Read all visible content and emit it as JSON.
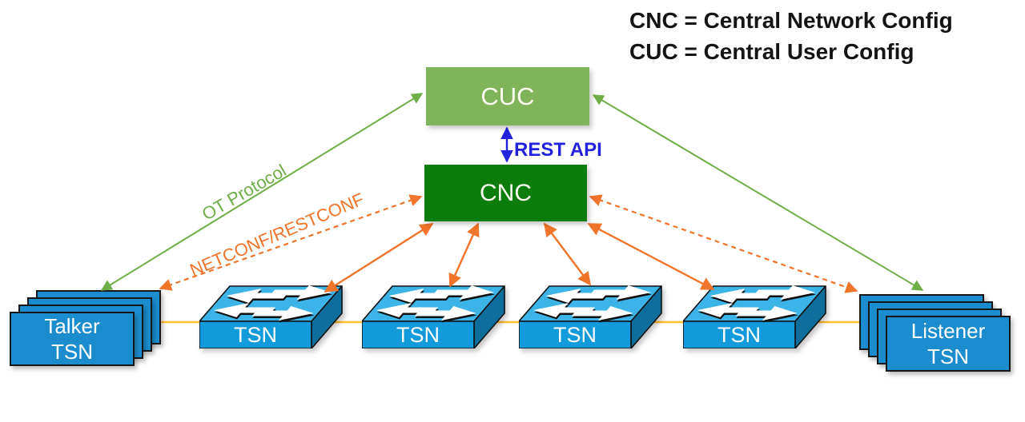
{
  "legend": {
    "line1": "CNC = Central Network Config",
    "line2": "CUC = Central User Config"
  },
  "controllers": {
    "cuc": {
      "label": "CUC"
    },
    "cnc": {
      "label": "CNC"
    }
  },
  "links": {
    "rest_api": "REST API",
    "ot_protocol": "OT Protocol",
    "netconf": "NETCONF/RESTCONF"
  },
  "end_stations": {
    "talker": {
      "line1": "Talker",
      "line2": "TSN"
    },
    "listener": {
      "line1": "Listener",
      "line2": "TSN"
    }
  },
  "switches": [
    {
      "label": "TSN"
    },
    {
      "label": "TSN"
    },
    {
      "label": "TSN"
    },
    {
      "label": "TSN"
    }
  ],
  "colors": {
    "cuc_fill": "#7FB45A",
    "cnc_fill": "#0C7D0C",
    "device_blue": "#1B8DCE",
    "switch_top": "#3CB4E8",
    "switch_front": "#139ADB",
    "switch_side": "#0D6E9C",
    "green_link": "#6FAE46",
    "orange_link": "#F0752B",
    "blue_link": "#2222DE",
    "backbone_yellow": "#FFC02E",
    "text_dark": "#141414"
  }
}
